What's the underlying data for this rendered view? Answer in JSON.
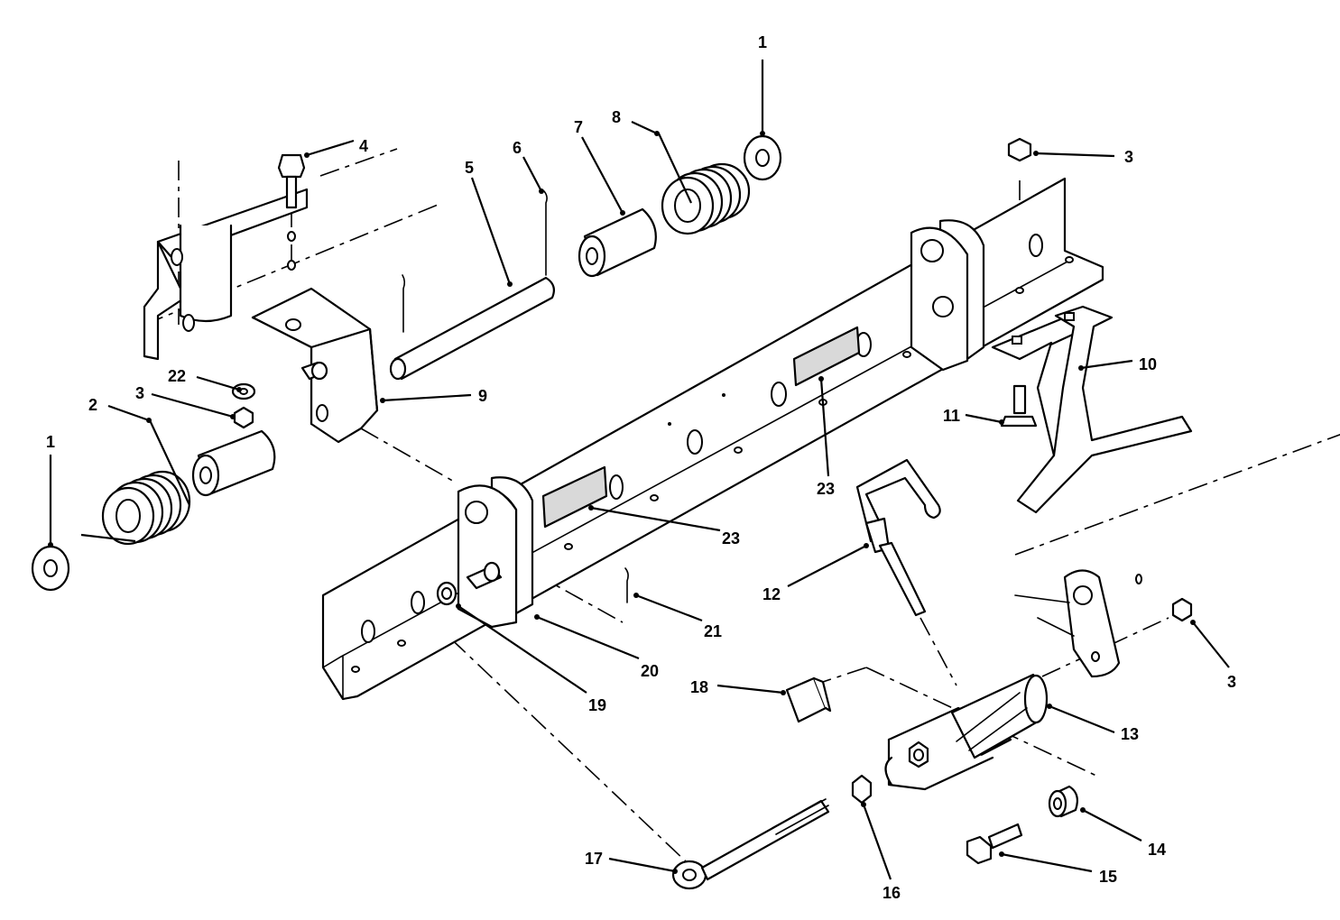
{
  "callouts": [
    {
      "id": "c1a",
      "text": "1"
    },
    {
      "id": "c1b",
      "text": "1"
    },
    {
      "id": "c2",
      "text": "2"
    },
    {
      "id": "c3a",
      "text": "3"
    },
    {
      "id": "c3b",
      "text": "3"
    },
    {
      "id": "c3c",
      "text": "3"
    },
    {
      "id": "c4",
      "text": "4"
    },
    {
      "id": "c5",
      "text": "5"
    },
    {
      "id": "c6",
      "text": "6"
    },
    {
      "id": "c7",
      "text": "7"
    },
    {
      "id": "c8",
      "text": "8"
    },
    {
      "id": "c9",
      "text": "9"
    },
    {
      "id": "c10",
      "text": "10"
    },
    {
      "id": "c11",
      "text": "11"
    },
    {
      "id": "c12",
      "text": "12"
    },
    {
      "id": "c13",
      "text": "13"
    },
    {
      "id": "c14",
      "text": "14"
    },
    {
      "id": "c15",
      "text": "15"
    },
    {
      "id": "c16",
      "text": "16"
    },
    {
      "id": "c17",
      "text": "17"
    },
    {
      "id": "c18",
      "text": "18"
    },
    {
      "id": "c19",
      "text": "19"
    },
    {
      "id": "c20",
      "text": "20"
    },
    {
      "id": "c21",
      "text": "21"
    },
    {
      "id": "c22",
      "text": "22"
    },
    {
      "id": "c23a",
      "text": "23"
    },
    {
      "id": "c23b",
      "text": "23"
    }
  ],
  "colors": {
    "line": "#000000",
    "background": "#ffffff",
    "shade": "#d9d9d9"
  }
}
